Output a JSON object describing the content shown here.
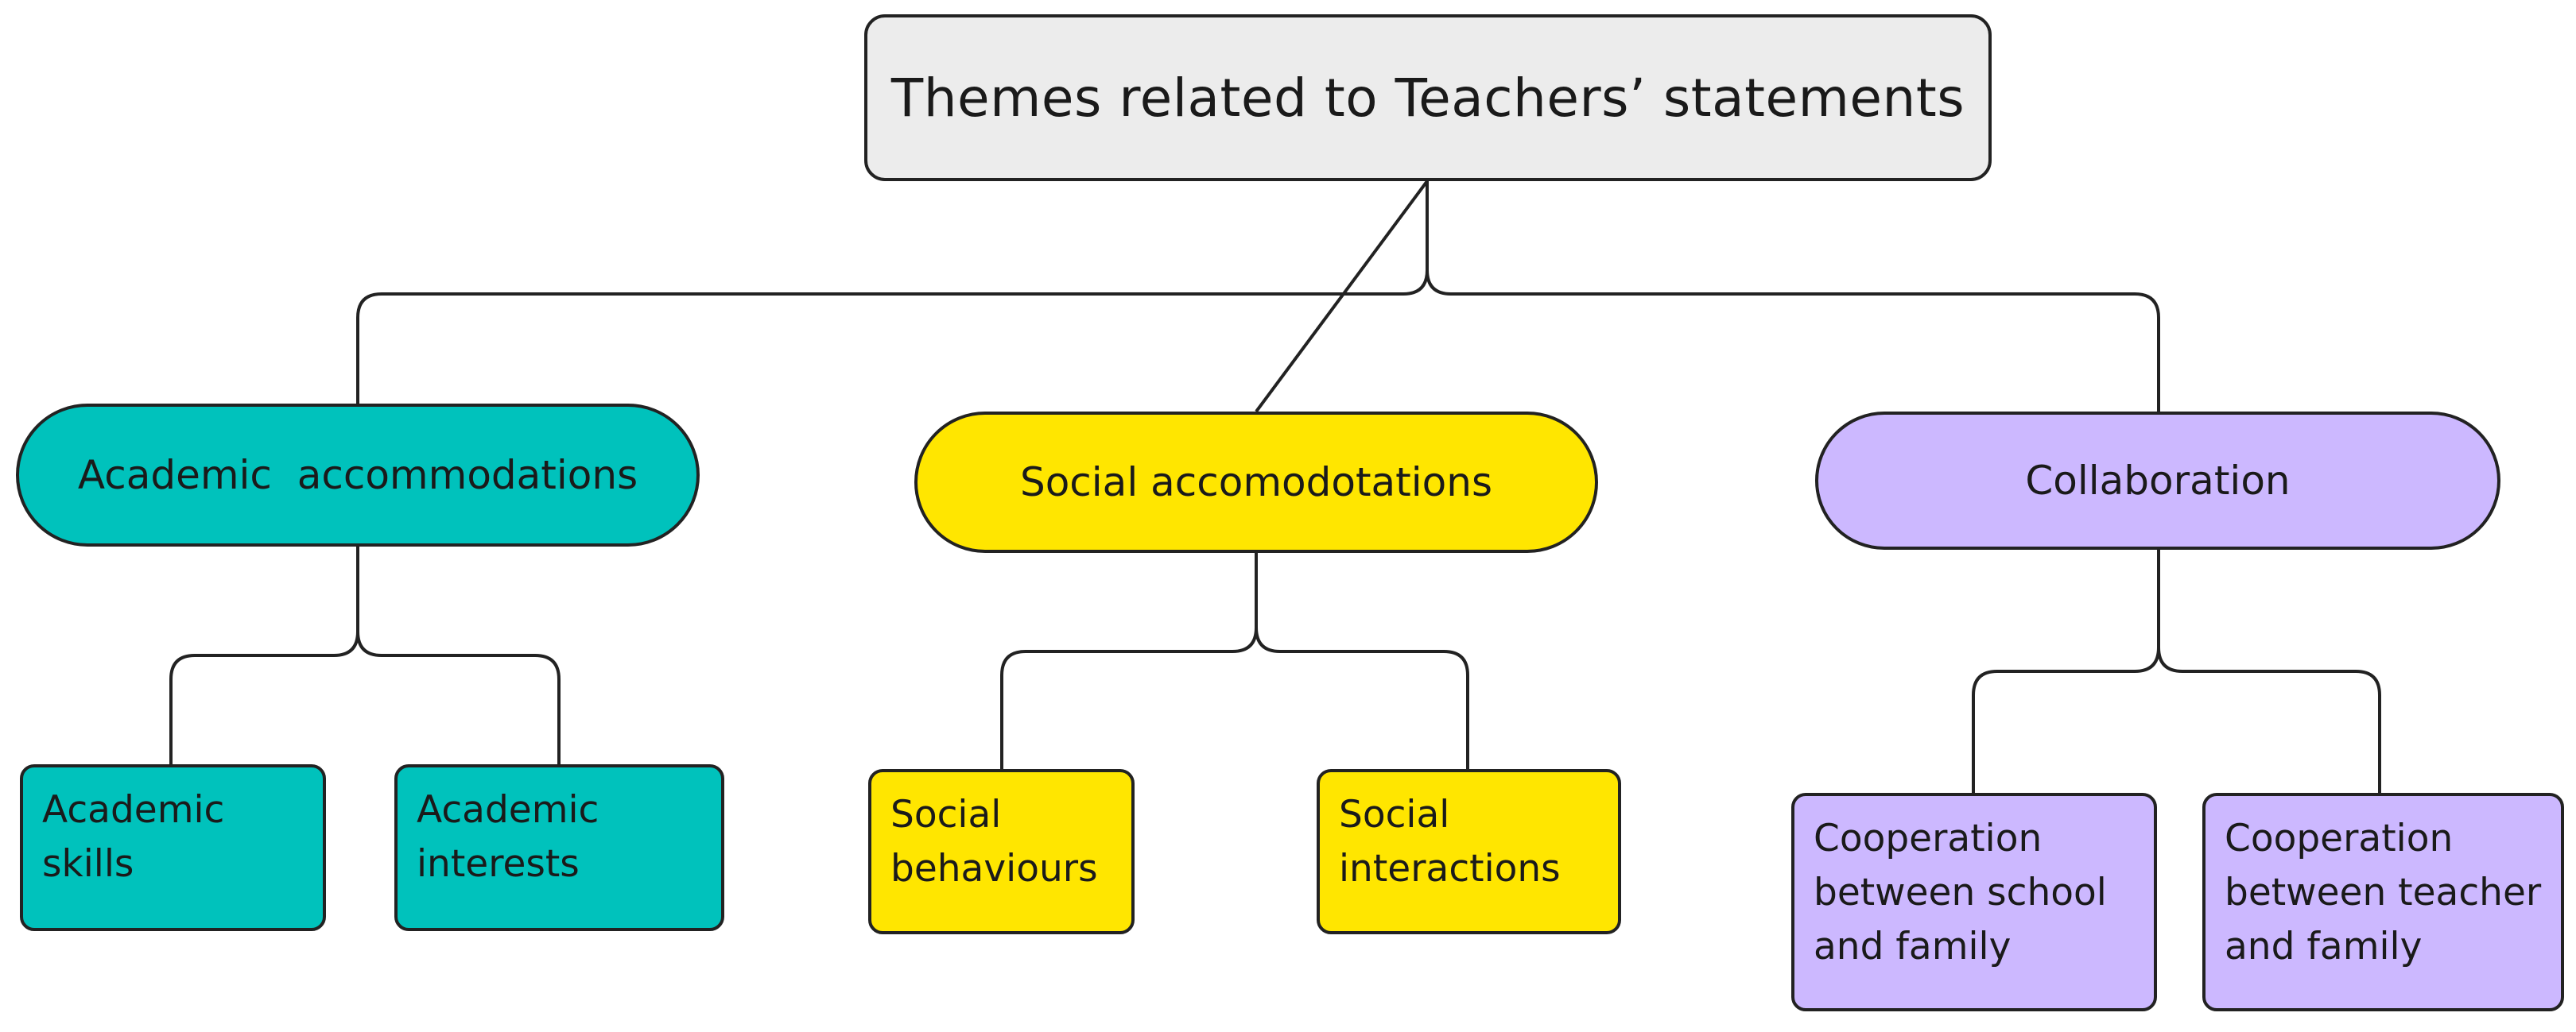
{
  "colors": {
    "root_fill": "#ececec",
    "academic_fill": "#00c2bc",
    "social_fill": "#ffe600",
    "collaboration_fill": "#ccb8ff",
    "line": "#222222"
  },
  "root": {
    "label": "Themes related to Teachers’ statements"
  },
  "themes": [
    {
      "label": "Academic  accommodations",
      "subthemes": [
        {
          "label": "Academic\nskills"
        },
        {
          "label": "Academic\ninterests"
        }
      ]
    },
    {
      "label": "Social accomodotations",
      "subthemes": [
        {
          "label": "Social\nbehaviours"
        },
        {
          "label": "Social\ninteractions"
        }
      ]
    },
    {
      "label": "Collaboration",
      "subthemes": [
        {
          "label": "Cooperation\nbetween school\nand family"
        },
        {
          "label": "Cooperation\nbetween teacher\nand family"
        }
      ]
    }
  ]
}
